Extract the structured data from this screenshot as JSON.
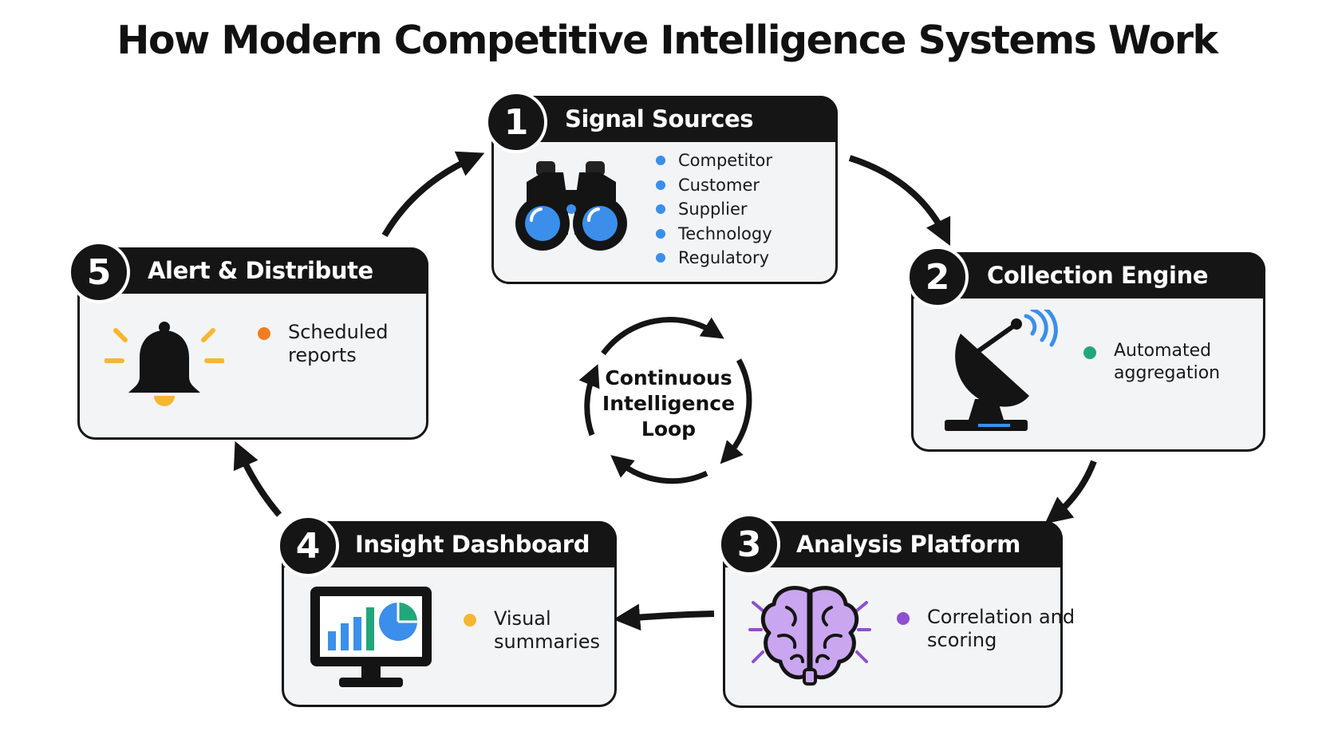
{
  "title": "How Modern Competitive Intelligence Systems Work",
  "center": {
    "label": "Continuous Intelligence Loop",
    "icon": "cycle-arrows-icon"
  },
  "steps": [
    {
      "number": "1",
      "title": "Signal Sources",
      "icon": "binoculars-icon",
      "accent": "#3b8fea",
      "items": [
        "Competitor",
        "Customer",
        "Supplier",
        "Technology",
        "Regulatory"
      ]
    },
    {
      "number": "2",
      "title": "Collection Engine",
      "icon": "satellite-dish-icon",
      "accent": "#22a77a",
      "description": "Automated aggregation"
    },
    {
      "number": "3",
      "title": "Analysis Platform",
      "icon": "brain-icon",
      "accent": "#8e4fd1",
      "description": "Correlation and scoring"
    },
    {
      "number": "4",
      "title": "Insight Dashboard",
      "icon": "monitor-chart-icon",
      "accent": "#f5b731",
      "description": "Visual summaries"
    },
    {
      "number": "5",
      "title": "Alert & Distribute",
      "icon": "bell-icon",
      "accent": "#f07d20",
      "description": "Scheduled reports"
    }
  ],
  "colors": {
    "dark": "#151515",
    "card_fill": "#f3f4f6",
    "blue": "#3b8fea",
    "green": "#22a77a",
    "purple": "#8e4fd1",
    "yellow": "#f5b731",
    "orange": "#f07d20"
  }
}
